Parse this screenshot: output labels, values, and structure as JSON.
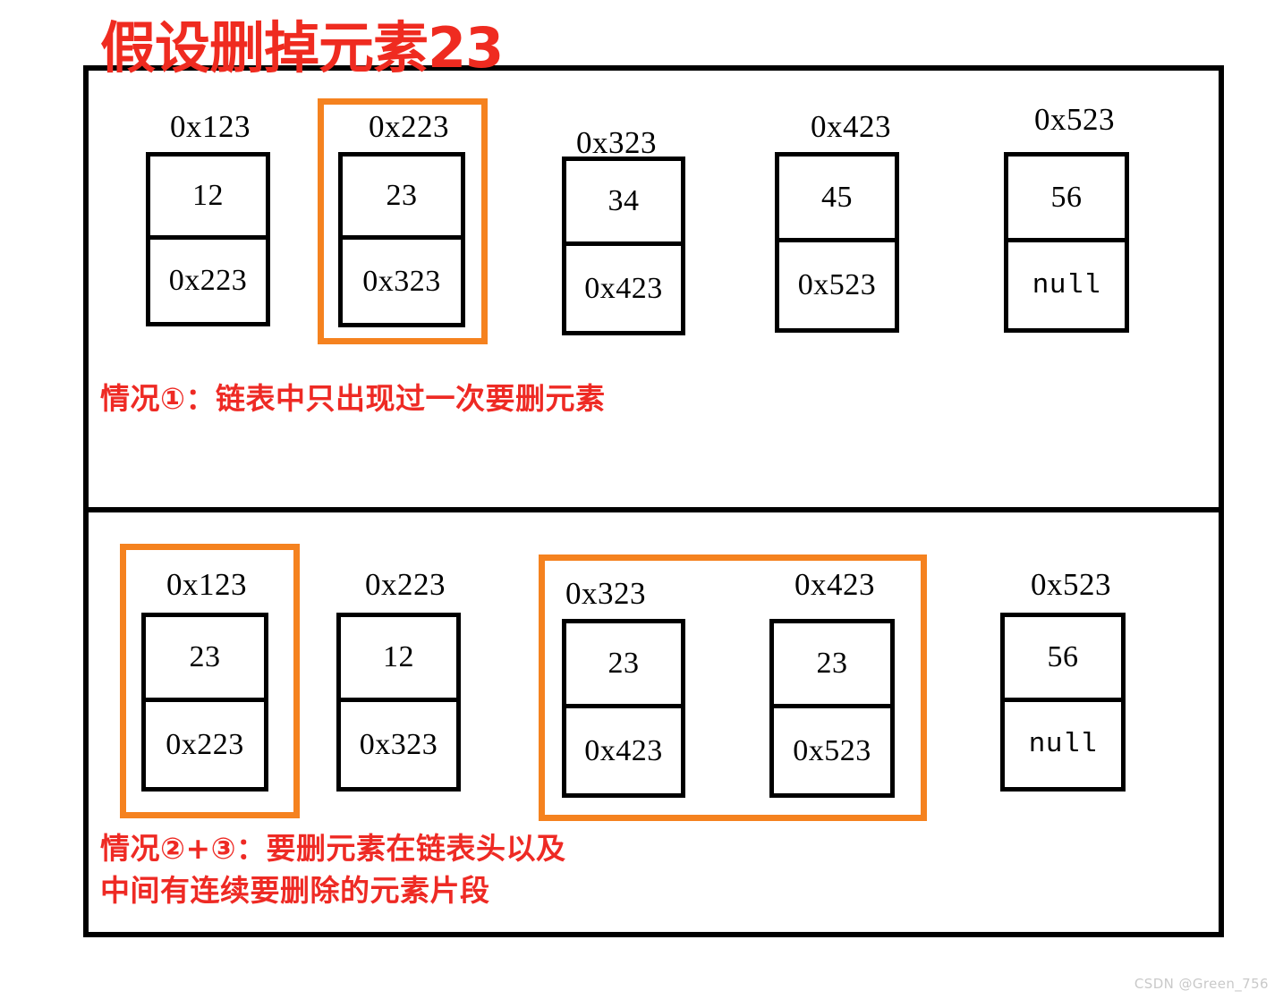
{
  "title": "假设删掉元素23",
  "colors": {
    "title_red": "#ef2b20",
    "caption_red": "#ee2a24",
    "highlight_orange": "#f5821f",
    "node_black": "#000000",
    "watermark_gray": "#c9c9c9"
  },
  "section1": {
    "caption": "情况①：链表中只出现过一次要删元素",
    "nodes": [
      {
        "address": "0x123",
        "value": "12",
        "next": "0x223",
        "highlighted": false
      },
      {
        "address": "0x223",
        "value": "23",
        "next": "0x323",
        "highlighted": true
      },
      {
        "address": "0x323",
        "value": "34",
        "next": "0x423",
        "highlighted": false
      },
      {
        "address": "0x423",
        "value": "45",
        "next": "0x523",
        "highlighted": false
      },
      {
        "address": "0x523",
        "value": "56",
        "next": "null",
        "highlighted": false
      }
    ]
  },
  "section2": {
    "caption_line1": "情况②+③：要删元素在链表头以及",
    "caption_line2": "中间有连续要删除的元素片段",
    "nodes": [
      {
        "address": "0x123",
        "value": "23",
        "next": "0x223",
        "highlighted": true
      },
      {
        "address": "0x223",
        "value": "12",
        "next": "0x323",
        "highlighted": false
      },
      {
        "address": "0x323",
        "value": "23",
        "next": "0x423",
        "highlighted": true
      },
      {
        "address": "0x423",
        "value": "23",
        "next": "0x523",
        "highlighted": true
      },
      {
        "address": "0x523",
        "value": "56",
        "next": "null",
        "highlighted": false
      }
    ]
  },
  "watermark": "CSDN @Green_756"
}
